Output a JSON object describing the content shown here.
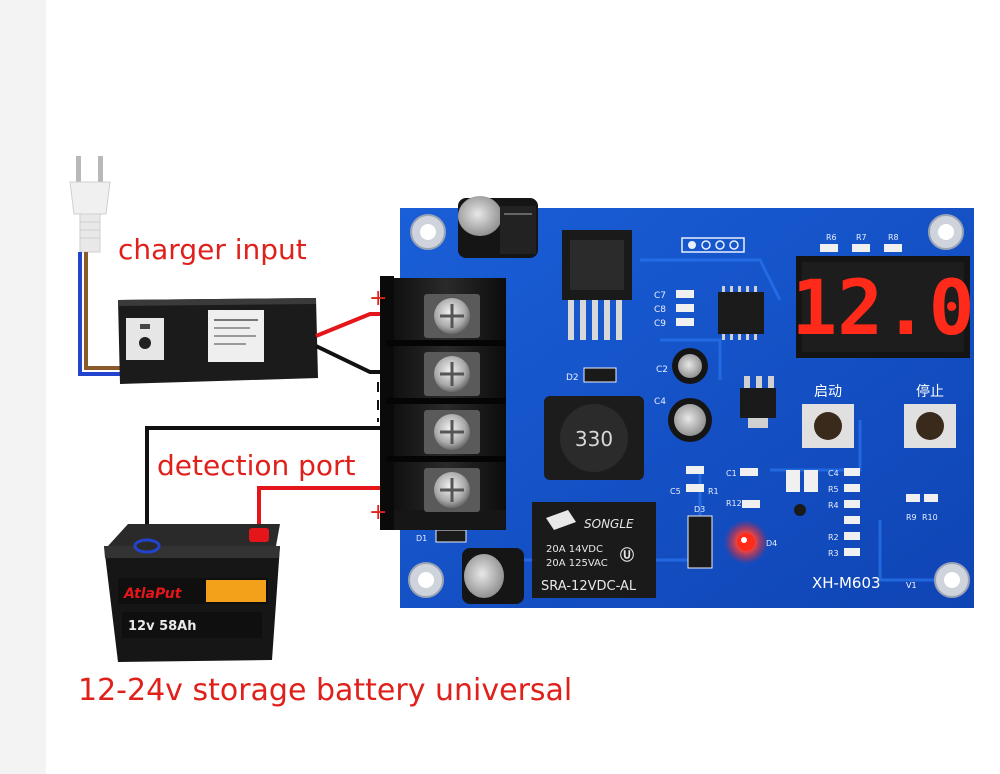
{
  "labels": {
    "charger_input": "charger input",
    "detection_port": "detection port",
    "battery_caption": "12-24v storage battery universal"
  },
  "polarity": {
    "plus_top": "+",
    "plus_bottom": "+"
  },
  "board": {
    "display_reading": "12.0",
    "start_button_label": "启动",
    "stop_button_label": "停止",
    "model": "XH-M603",
    "version": "V1",
    "inductor_code": "330",
    "relay": {
      "brand": "SONGLE",
      "rating_dc": "20A 14VDC",
      "rating_ac": "20A 125VAC",
      "part": "SRA-12VDC-AL"
    },
    "component_labels": {
      "c7": "C7",
      "c8": "C8",
      "c9": "C9",
      "c2": "C2",
      "c4": "C4",
      "d2": "D2",
      "d1": "D1",
      "d3": "D3",
      "d4": "D4",
      "r6": "R6",
      "r7": "R7",
      "r8": "R8",
      "r9": "R9",
      "r10": "R10",
      "r1": "R1",
      "r2": "R2",
      "r3": "R3",
      "r4": "R4",
      "r5": "R5",
      "r12": "R12",
      "c5": "C5",
      "c1": "C1"
    }
  },
  "battery": {
    "brand": "AtlaPut",
    "voltage_label": "12v 58Ah"
  },
  "colors": {
    "pcb_blue": "#1450c8",
    "wire_red": "#e4161a",
    "wire_black": "#111111",
    "label_red": "#e0201b",
    "display_red": "#ff2a1a"
  }
}
